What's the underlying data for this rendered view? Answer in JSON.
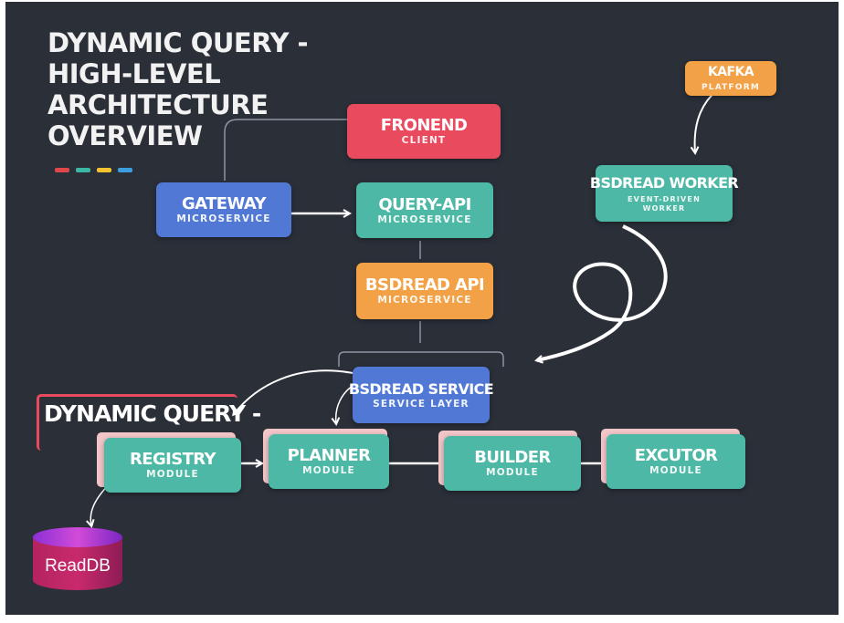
{
  "title": {
    "lines": [
      "DYNAMIC QUERY -",
      "HIGH-LEVEL",
      "ARCHITECTURE",
      "OVERVIEW"
    ]
  },
  "colors": {
    "background": "#2b2f38",
    "teal": "#4cb8a5",
    "blue": "#5078d4",
    "red": "#ea4a5e",
    "orange": "#f2a146",
    "accent_dashes": [
      "#e0474c",
      "#3bb8a3",
      "#f2c230",
      "#3a9ee0"
    ]
  },
  "nodes": {
    "frontend": {
      "label": "FRONEND",
      "sub": "CLIENT"
    },
    "gateway": {
      "label": "GATEWAY",
      "sub": "MICROSERVICE"
    },
    "query_api": {
      "label": "QUERY-API",
      "sub": "MICROSERVICE"
    },
    "bsdread_api": {
      "label": "BSDREAD API",
      "sub": "MICROSERVICE"
    },
    "kafka": {
      "label": "KAFKA",
      "sub": "PLATFORM"
    },
    "bsdread_worker": {
      "label": "BSDREAD WORKER",
      "sub_lines": [
        "EVENT-DRIVEN",
        "WORKER"
      ]
    },
    "bsdread_service": {
      "label": "BSDREAD SERVICE",
      "sub": "SERVICE LAYER"
    },
    "registry": {
      "label": "REGISTRY",
      "sub": "MODULE"
    },
    "planner": {
      "label": "PLANNER",
      "sub": "MODULE"
    },
    "builder": {
      "label": "BUILDER",
      "sub": "MODULE"
    },
    "executor": {
      "label": "EXCUTOR",
      "sub": "MODULE"
    }
  },
  "group_label": "DYNAMIC QUERY -",
  "database": {
    "label": "ReadDB",
    "icon": "database-cylinder-icon"
  }
}
